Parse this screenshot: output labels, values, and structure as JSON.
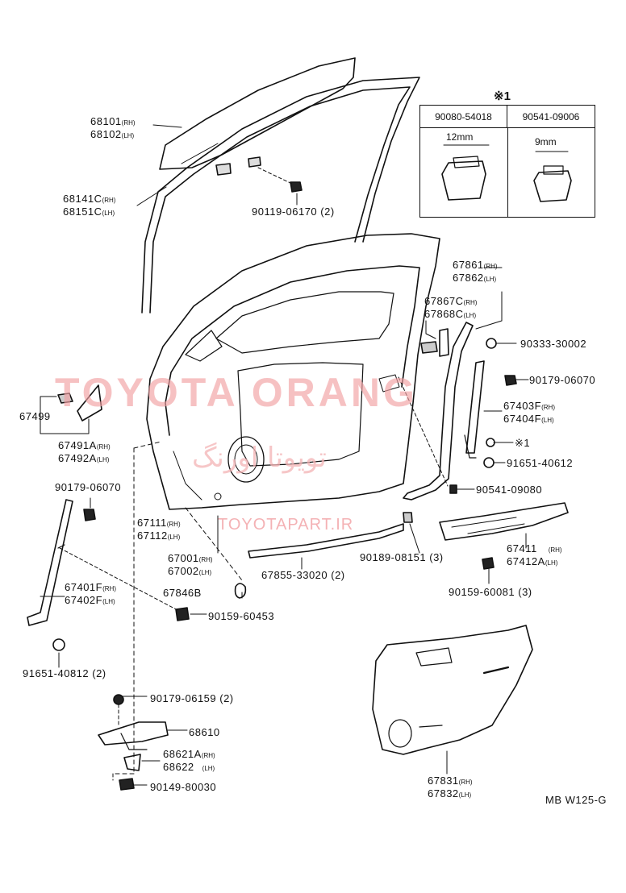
{
  "watermark": {
    "main": "TOYOTA ORANG",
    "persian": "تویوتا اورنگ",
    "url": "TOYOTAPART.IR"
  },
  "table": {
    "marker": "※1",
    "headers": [
      "90080-54018",
      "90541-09006"
    ],
    "dims": [
      "12mm",
      "9mm"
    ]
  },
  "labels": {
    "p68101": "68101",
    "p68102": "68102",
    "p68141c": "68141C",
    "p68151c": "68151C",
    "p90119": "90119-06170 (2)",
    "p67861": "67861",
    "p67862": "67862",
    "p67867c": "67867C",
    "p67868c": "67868C",
    "p90333": "90333-30002",
    "p90179a": "90179-06070",
    "p67403f": "67403F",
    "p67404f": "67404F",
    "p_k1": "※1",
    "p91651a": "91651-40612",
    "p67499": "67499",
    "p67491a": "67491A",
    "p67492a": "67492A",
    "p90179b": "90179-06070",
    "p90541": "90541-09080",
    "p67111": "67111",
    "p67112": "67112",
    "p67001": "67001",
    "p67002": "67002",
    "p90189": "90189-08151 (3)",
    "p67411": "67411",
    "p67412a": "67412A",
    "p67401f": "67401F",
    "p67402f": "67402F",
    "p67846b": "67846B",
    "p67855": "67855-33020 (2)",
    "p90159a": "90159-60081 (3)",
    "p90159b": "90159-60453",
    "p91651b": "91651-40812 (2)",
    "p90179c": "90179-06159 (2)",
    "p68610": "68610",
    "p68621a": "68621A",
    "p68622": "68622",
    "p90149": "90149-80030",
    "p67831": "67831",
    "p67832": "67832"
  },
  "sides": {
    "rh": "(RH)",
    "lh": "(LH)",
    "rh_paren": "(RH)",
    "lh_paren": "(LH)"
  },
  "diagram_code": "MB W125-G"
}
